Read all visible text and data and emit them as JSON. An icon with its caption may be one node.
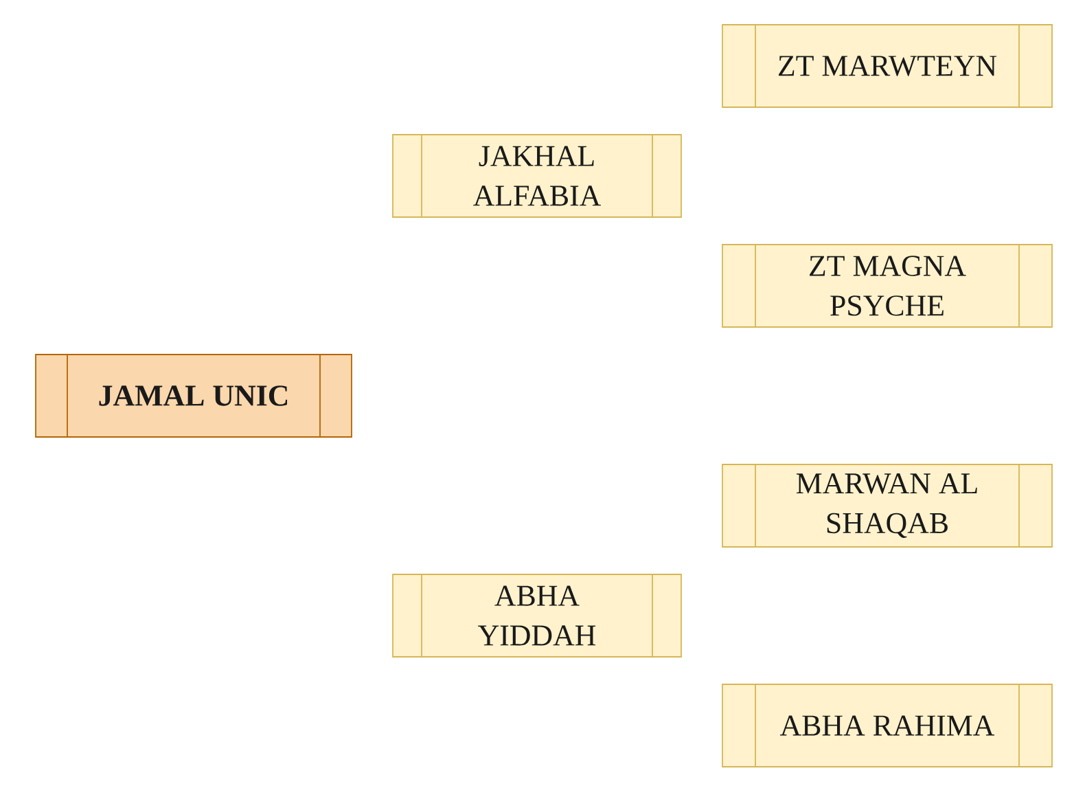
{
  "diagram": {
    "nodes": [
      {
        "text": [
          "JAMAL UNIC"
        ]
      },
      {
        "text": [
          "JAKHAL ALFABIA"
        ]
      },
      {
        "text": [
          "ABHA YIDDAH"
        ]
      },
      {
        "text": [
          "ZT MARWTEYN"
        ]
      },
      {
        "text": [
          "ZT MAGNA PSYCHE"
        ]
      },
      {
        "text": [
          "MARWAN AL SHAQAB"
        ]
      },
      {
        "text": [
          "ABHA RAHIMA"
        ]
      }
    ]
  }
}
